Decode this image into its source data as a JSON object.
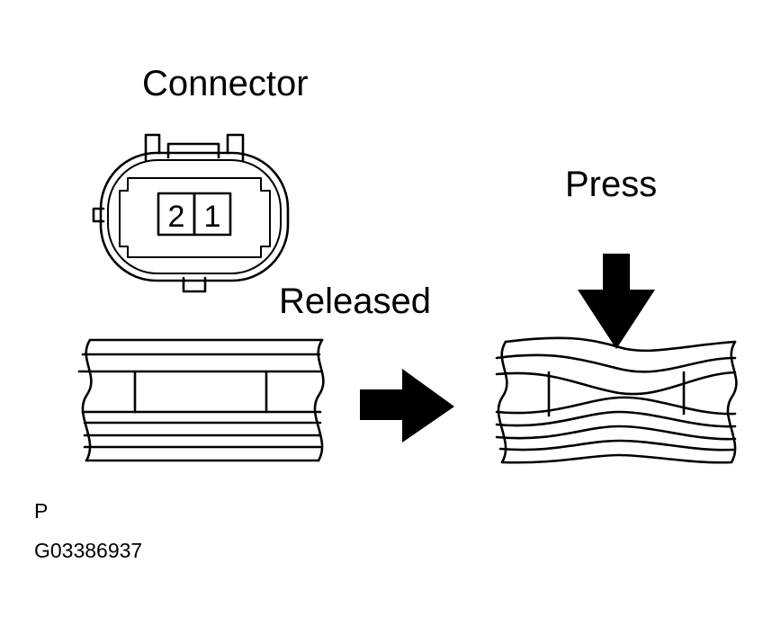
{
  "labels": {
    "connector": "Connector",
    "released": "Released",
    "press": "Press",
    "corner_letter": "P",
    "figure_code": "G03386937"
  },
  "connector": {
    "pins": [
      "2",
      "1"
    ]
  },
  "colors": {
    "ink": "#000000",
    "paper": "#ffffff"
  }
}
